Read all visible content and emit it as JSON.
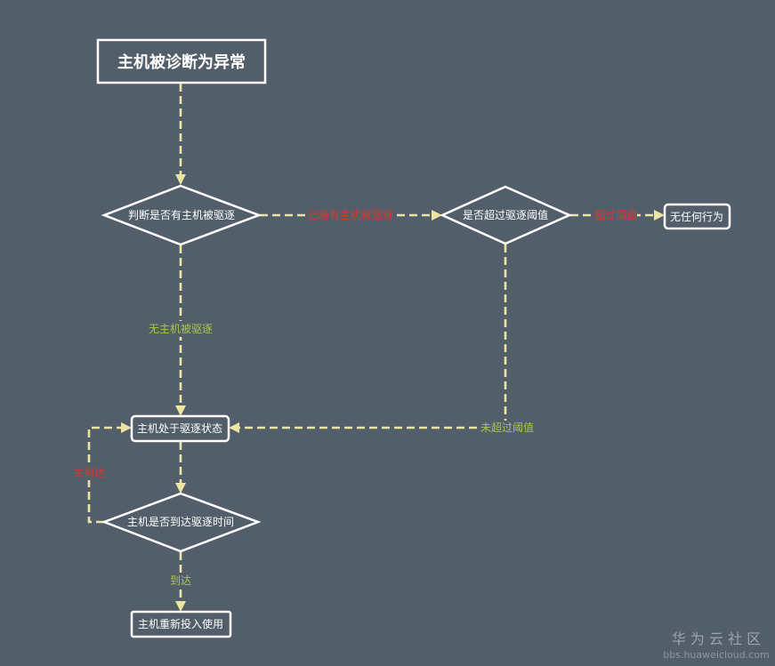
{
  "nodes": {
    "start": "主机被诊断为异常",
    "decision_evicted": "判断是否有主机被驱逐",
    "decision_threshold": "是否超过驱逐阈值",
    "no_action": "无任何行为",
    "evicting_state": "主机处于驱逐状态",
    "decision_time": "主机是否到达驱逐时间",
    "reuse": "主机重新投入使用"
  },
  "edges": {
    "already_evicted": "已经有主机被驱逐",
    "over_threshold": "超过阈值",
    "none_evicted": "无主机被驱逐",
    "under_threshold": "未超过阈值",
    "not_reached": "未到达",
    "reached": "到达"
  },
  "watermark": {
    "brand": "华 为 云 社 区",
    "url": "bbs.huaweicloud.com"
  },
  "colors": {
    "background": "#525f6a",
    "node_stroke": "#ffffff",
    "edge": "#ece4a2",
    "label_negative": "#d23a2e",
    "label_positive": "#a9c64f"
  }
}
